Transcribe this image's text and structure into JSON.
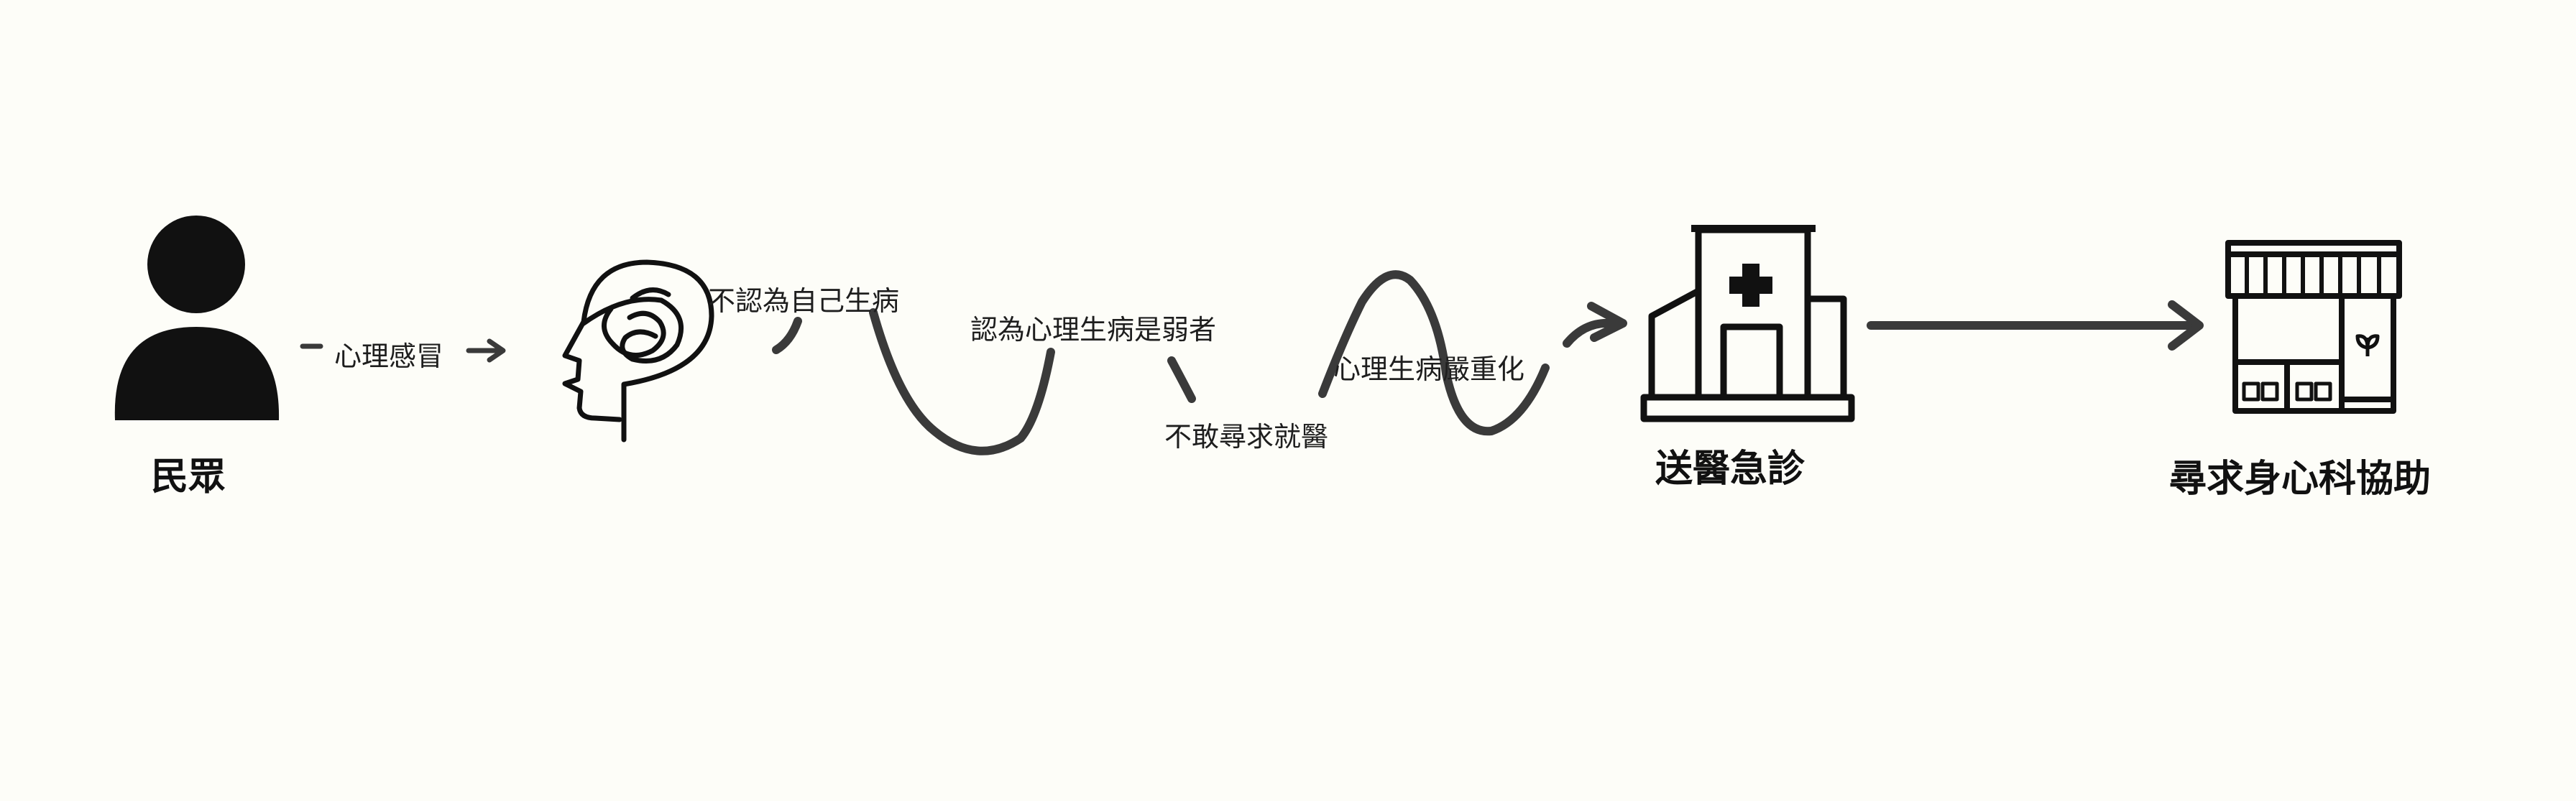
{
  "nodes": {
    "public": {
      "label": "民眾",
      "icon": "person-icon"
    },
    "mind": {
      "icon": "tangled-mind-head-icon"
    },
    "hospital": {
      "label": "送醫急診",
      "icon": "hospital-icon"
    },
    "clinic": {
      "label": "尋求身心科協助",
      "icon": "clinic-storefront-icon"
    }
  },
  "edges": {
    "cold": {
      "label": "心理感冒"
    },
    "wave": {
      "labels": [
        "不認為自己生病",
        "認為心理生病是弱者",
        "不敢尋求就醫",
        "心理生病嚴重化"
      ]
    }
  },
  "colors": {
    "ink": "#111111",
    "line": "#3a3a3a",
    "background": "#fdfdf8"
  }
}
